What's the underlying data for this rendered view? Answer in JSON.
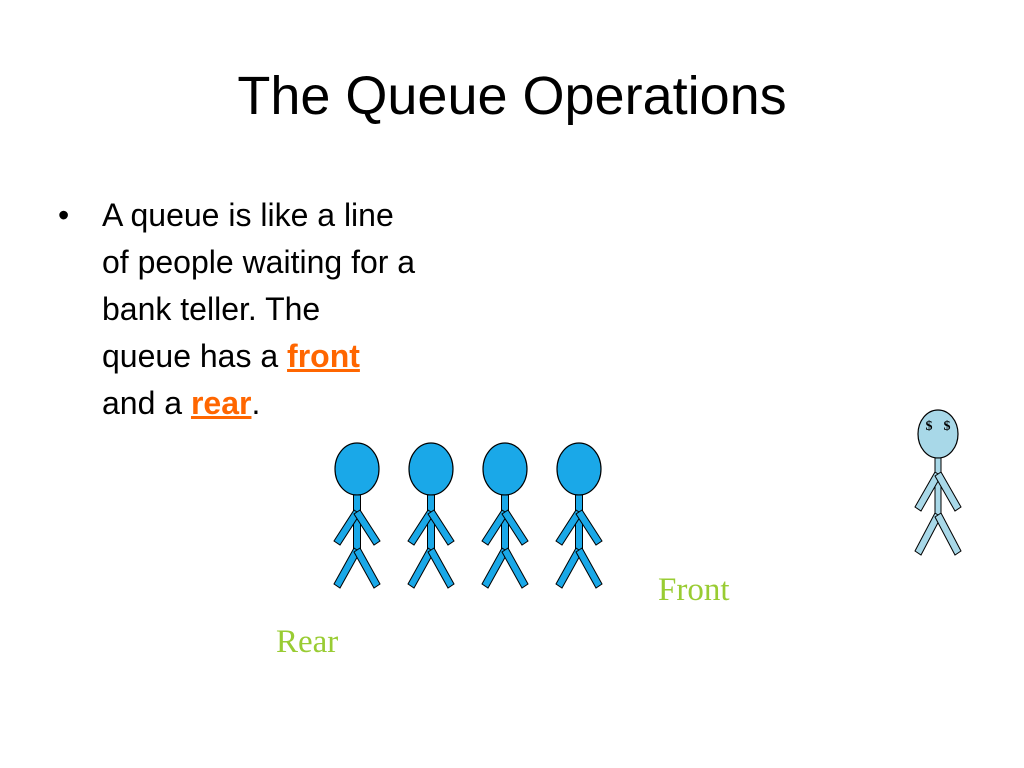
{
  "slide": {
    "title": "The Queue Operations",
    "bullet": {
      "marker": "•",
      "line1": "A queue is like a line",
      "line2": "of people waiting for a",
      "line3": "bank teller. The",
      "line4_prefix": "queue has a ",
      "keyword_front": "front",
      "line5_prefix": "and a ",
      "keyword_rear": "rear",
      "line5_suffix": "."
    },
    "labels": {
      "front": "Front",
      "rear": "Rear"
    },
    "teller_eyes": [
      "$",
      "$"
    ]
  },
  "colors": {
    "keyword": "#ff6600",
    "label": "#99cc33",
    "person_fill": "#1aa8e8",
    "teller_fill": "#a8d8e8",
    "outline": "#000000"
  },
  "icons": {
    "person": "stick-figure-person-icon",
    "teller": "stick-figure-teller-icon"
  }
}
